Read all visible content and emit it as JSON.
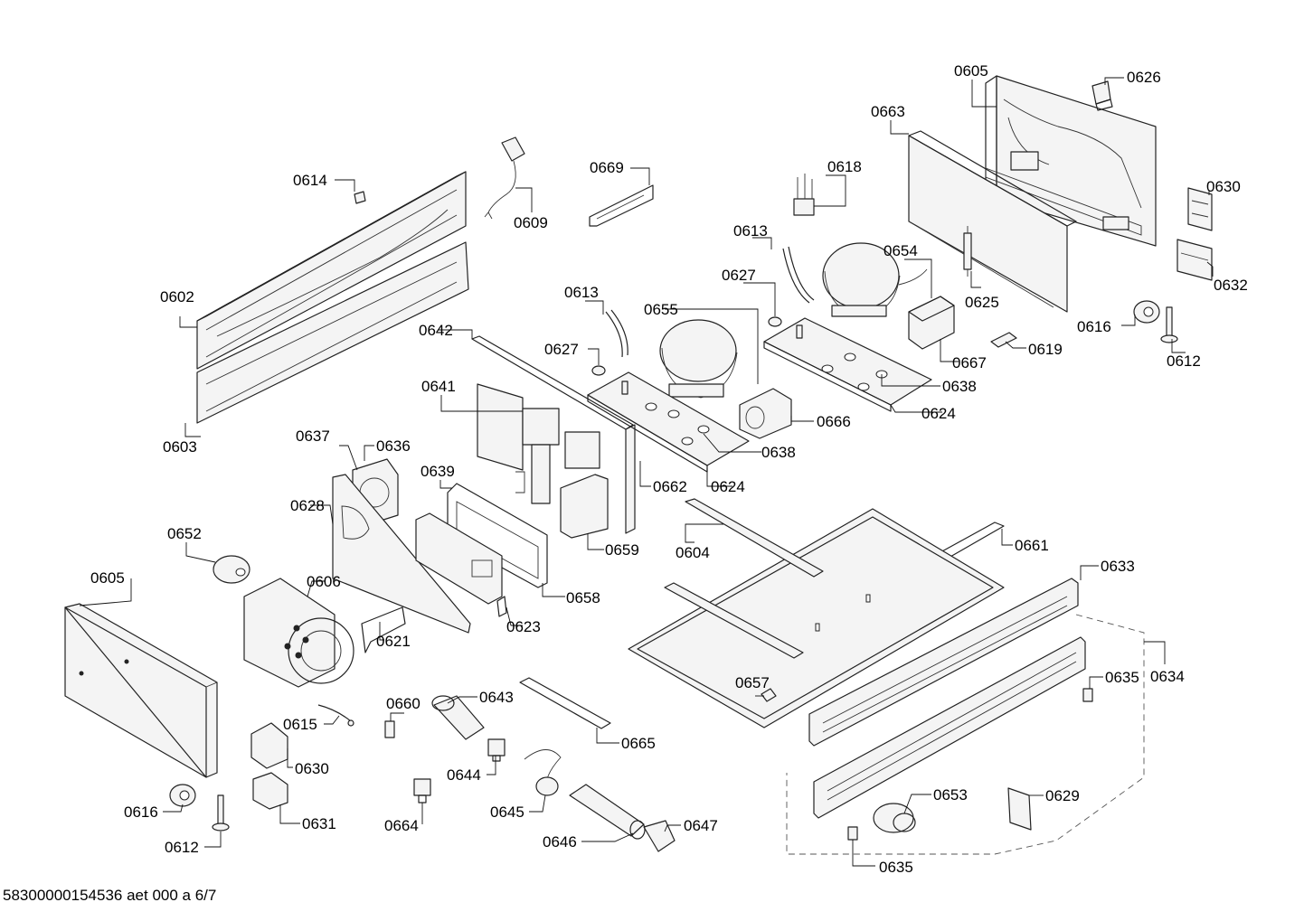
{
  "document_id": "58300000154536 aet 000 a 6/7",
  "callouts": [
    {
      "key": "c0605a",
      "label": "0605"
    },
    {
      "key": "c0626",
      "label": "0626"
    },
    {
      "key": "c0663",
      "label": "0663"
    },
    {
      "key": "c0669",
      "label": "0669"
    },
    {
      "key": "c0618",
      "label": "0618"
    },
    {
      "key": "c0614",
      "label": "0614"
    },
    {
      "key": "c0609",
      "label": "0609"
    },
    {
      "key": "c0630a",
      "label": "0630"
    },
    {
      "key": "c0613a",
      "label": "0613"
    },
    {
      "key": "c0654",
      "label": "0654"
    },
    {
      "key": "c0627a",
      "label": "0627"
    },
    {
      "key": "c0632",
      "label": "0632"
    },
    {
      "key": "c0625",
      "label": "0625"
    },
    {
      "key": "c0602",
      "label": "0602"
    },
    {
      "key": "c0613b",
      "label": "0613"
    },
    {
      "key": "c0655",
      "label": "0655"
    },
    {
      "key": "c0616a",
      "label": "0616"
    },
    {
      "key": "c0642",
      "label": "0642"
    },
    {
      "key": "c0619",
      "label": "0619"
    },
    {
      "key": "c0627b",
      "label": "0627"
    },
    {
      "key": "c0667",
      "label": "0667"
    },
    {
      "key": "c0612a",
      "label": "0612"
    },
    {
      "key": "c0641",
      "label": "0641"
    },
    {
      "key": "c0638a",
      "label": "0638"
    },
    {
      "key": "c0624a",
      "label": "0624"
    },
    {
      "key": "c0666",
      "label": "0666"
    },
    {
      "key": "c0603",
      "label": "0603"
    },
    {
      "key": "c0638b",
      "label": "0638"
    },
    {
      "key": "c0637",
      "label": "0637"
    },
    {
      "key": "c0636",
      "label": "0636"
    },
    {
      "key": "c0639",
      "label": "0639"
    },
    {
      "key": "c0662",
      "label": "0662"
    },
    {
      "key": "c0624b",
      "label": "0624"
    },
    {
      "key": "c0628",
      "label": "0628"
    },
    {
      "key": "c0652",
      "label": "0652"
    },
    {
      "key": "c0661",
      "label": "0661"
    },
    {
      "key": "c0659",
      "label": "0659"
    },
    {
      "key": "c0604",
      "label": "0604"
    },
    {
      "key": "c0633",
      "label": "0633"
    },
    {
      "key": "c0605b",
      "label": "0605"
    },
    {
      "key": "c0606",
      "label": "0606"
    },
    {
      "key": "c0658",
      "label": "0658"
    },
    {
      "key": "c0623",
      "label": "0623"
    },
    {
      "key": "c0621",
      "label": "0621"
    },
    {
      "key": "c0634",
      "label": "0634"
    },
    {
      "key": "c0657",
      "label": "0657"
    },
    {
      "key": "c0635a",
      "label": "0635"
    },
    {
      "key": "c0660",
      "label": "0660"
    },
    {
      "key": "c0643",
      "label": "0643"
    },
    {
      "key": "c0615",
      "label": "0615"
    },
    {
      "key": "c0665",
      "label": "0665"
    },
    {
      "key": "c0630b",
      "label": "0630"
    },
    {
      "key": "c0644",
      "label": "0644"
    },
    {
      "key": "c0653",
      "label": "0653"
    },
    {
      "key": "c0629",
      "label": "0629"
    },
    {
      "key": "c0616b",
      "label": "0616"
    },
    {
      "key": "c0645",
      "label": "0645"
    },
    {
      "key": "c0631",
      "label": "0631"
    },
    {
      "key": "c0664",
      "label": "0664"
    },
    {
      "key": "c0647",
      "label": "0647"
    },
    {
      "key": "c0612b",
      "label": "0612"
    },
    {
      "key": "c0646",
      "label": "0646"
    },
    {
      "key": "c0635b",
      "label": "0635"
    }
  ]
}
